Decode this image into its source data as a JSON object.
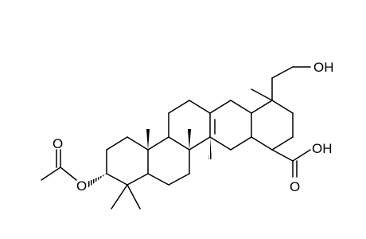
{
  "atom_labels": {
    "hydroxymethyl_oh": "OH",
    "carboxyl_oh": "OH",
    "carboxyl_carbonyl_o": "O",
    "ester_ring_o": "O",
    "acetyl_carbonyl_o": "O"
  }
}
